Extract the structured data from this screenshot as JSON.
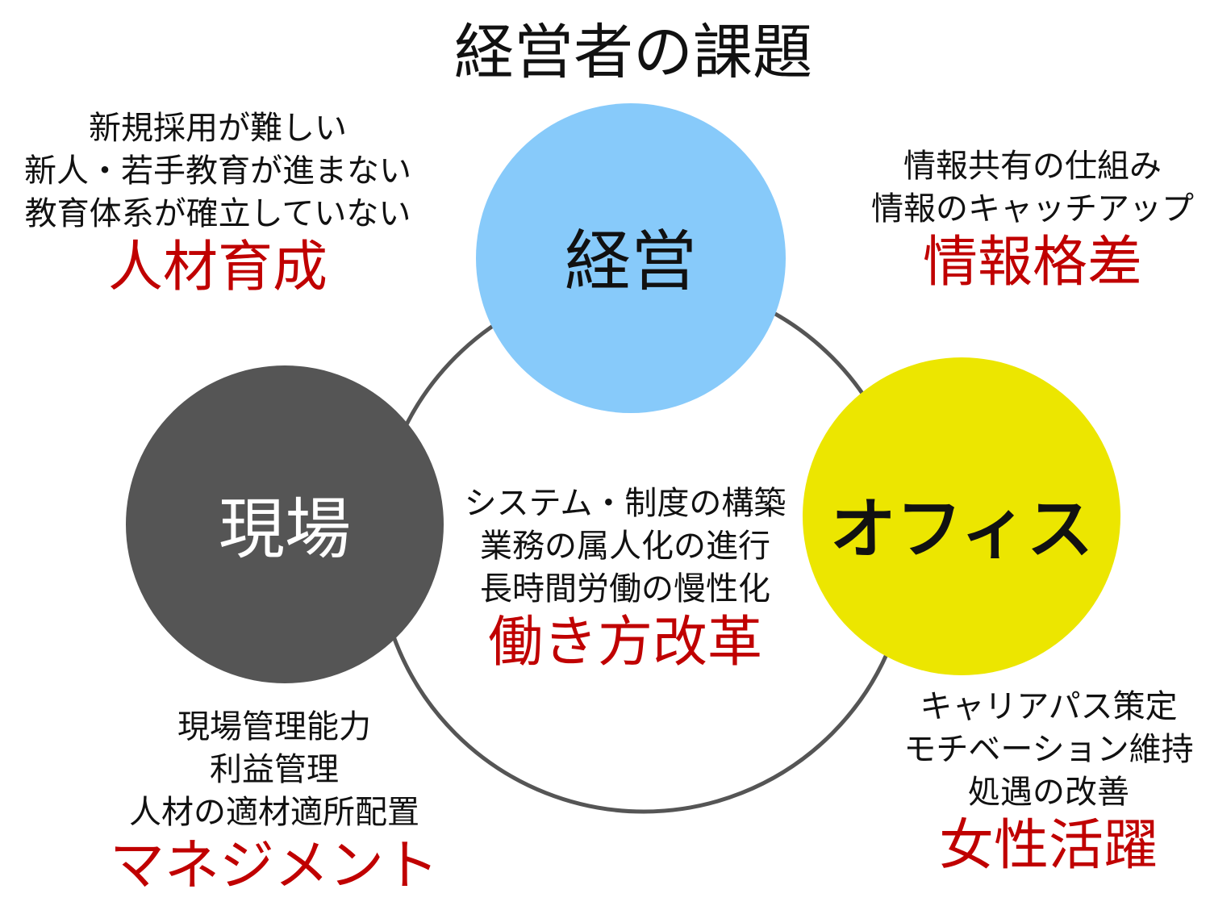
{
  "title": "経営者の課題",
  "colors": {
    "accent_red": "#C00000",
    "management": "#87CAFA",
    "field": "#555555",
    "office": "#ECE600",
    "ring": "#555555"
  },
  "nodes": {
    "management": {
      "label": "経営"
    },
    "field": {
      "label": "現場"
    },
    "office": {
      "label": "オフィス"
    }
  },
  "groups": {
    "talent": {
      "lines": [
        "新規採用が難しい",
        "新人・若手教育が進まない",
        "教育体系が確立していない"
      ],
      "heading": "人材育成"
    },
    "info": {
      "lines": [
        "情報共有の仕組み",
        "情報のキャッチアップ"
      ],
      "heading": "情報格差"
    },
    "workstyle": {
      "lines": [
        "システム・制度の構築",
        "業務の属人化の進行",
        "長時間労働の慢性化"
      ],
      "heading": "働き方改革"
    },
    "management": {
      "lines": [
        "現場管理能力",
        "利益管理",
        "人材の適材適所配置"
      ],
      "heading": "マネジメント"
    },
    "women": {
      "lines": [
        "キャリアパス策定",
        "モチベーション維持",
        "処遇の改善"
      ],
      "heading": "女性活躍"
    }
  }
}
